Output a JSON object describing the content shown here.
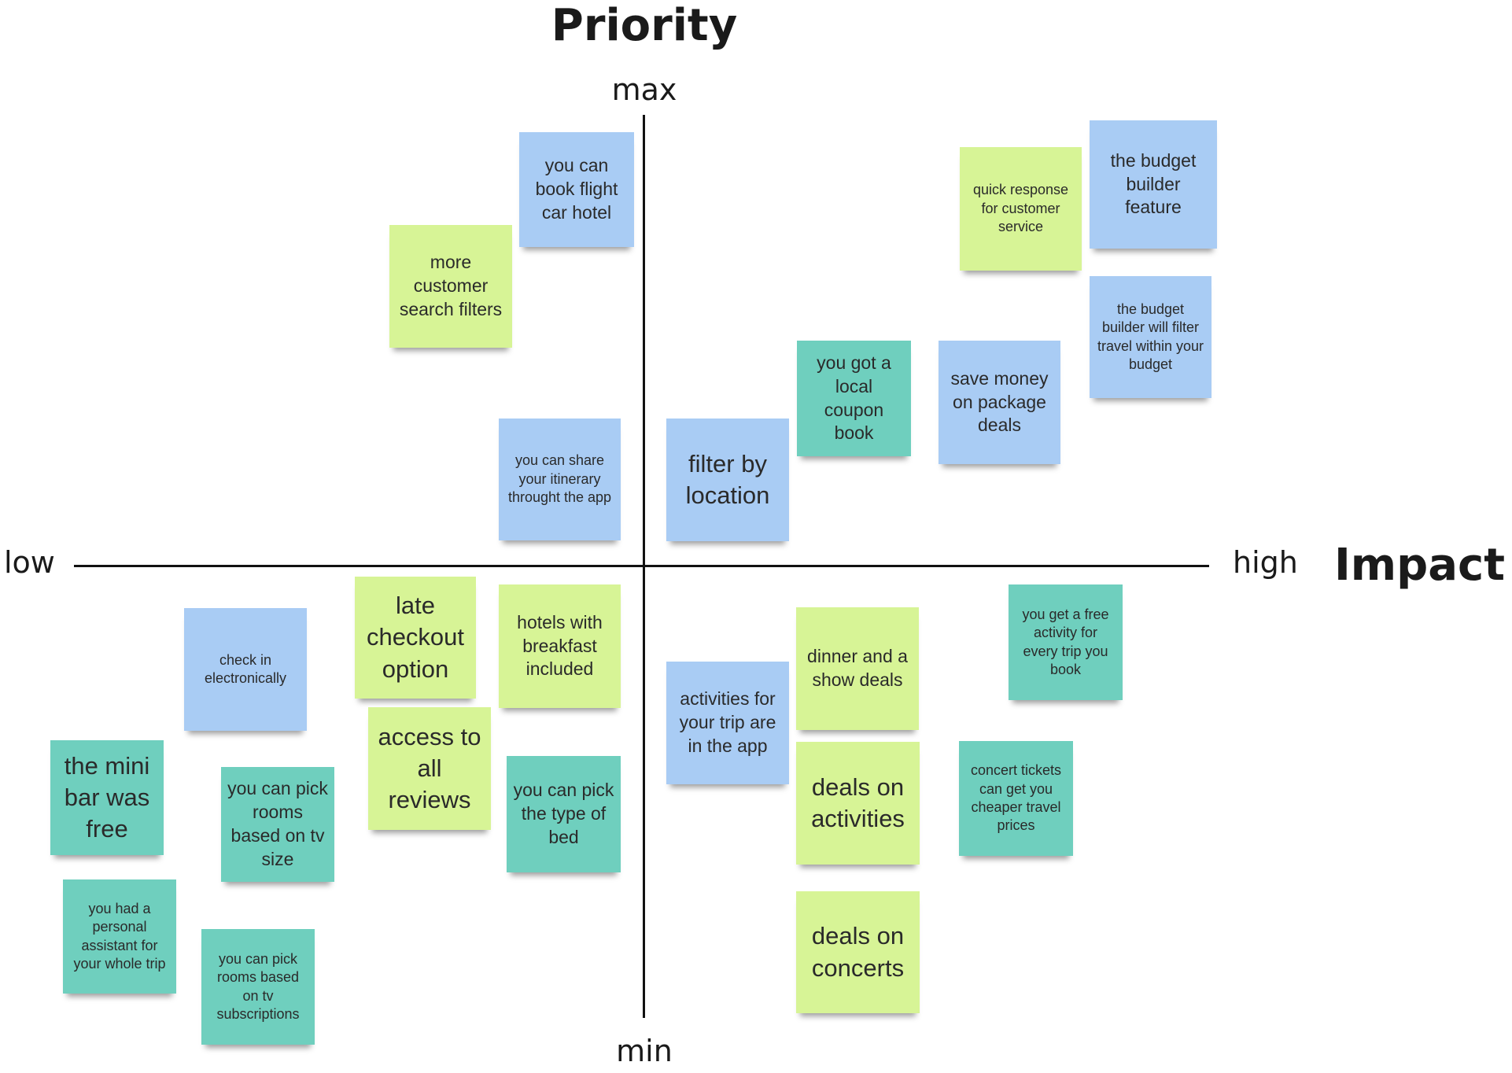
{
  "title": "Priority",
  "x_title": "Impact",
  "axis": {
    "max": "max",
    "min": "min",
    "low": "low",
    "high": "high"
  },
  "colors": {
    "blue": "#a9ccf4",
    "lime": "#d7f496",
    "teal": "#6fcfbe"
  },
  "notes": {
    "book_flight": "you can book flight car hotel",
    "search_filters": "more customer search filters",
    "share_itinerary": "you can share your itinerary throught the app",
    "filter_location": "filter by location",
    "coupon_book": "you got a local coupon book",
    "package_deals": "save money on package deals",
    "quick_response": "quick response for customer service",
    "budget_builder": "the budget builder feature",
    "budget_filter": "the budget builder will filter travel within your budget",
    "late_checkout": "late checkout option",
    "hotels_breakfast": "hotels with breakfast included",
    "check_in": "check in electronically",
    "mini_bar": "the mini bar was free",
    "rooms_tv_size": "you can pick rooms based on tv size",
    "access_reviews": "access to all reviews",
    "type_of_bed": "you can pick the type of bed",
    "personal_assistant": "you had a personal assistant for your whole trip",
    "rooms_tv_subs": "you can pick rooms based on tv subscriptions",
    "activities_app": "activities for your trip are in the app",
    "dinner_show": "dinner and a show deals",
    "deals_activities": "deals on activities",
    "deals_concerts": "deals on concerts",
    "free_activity": "you get a free activity for every trip you book",
    "concert_tickets": "concert tickets can get you cheaper travel prices"
  }
}
